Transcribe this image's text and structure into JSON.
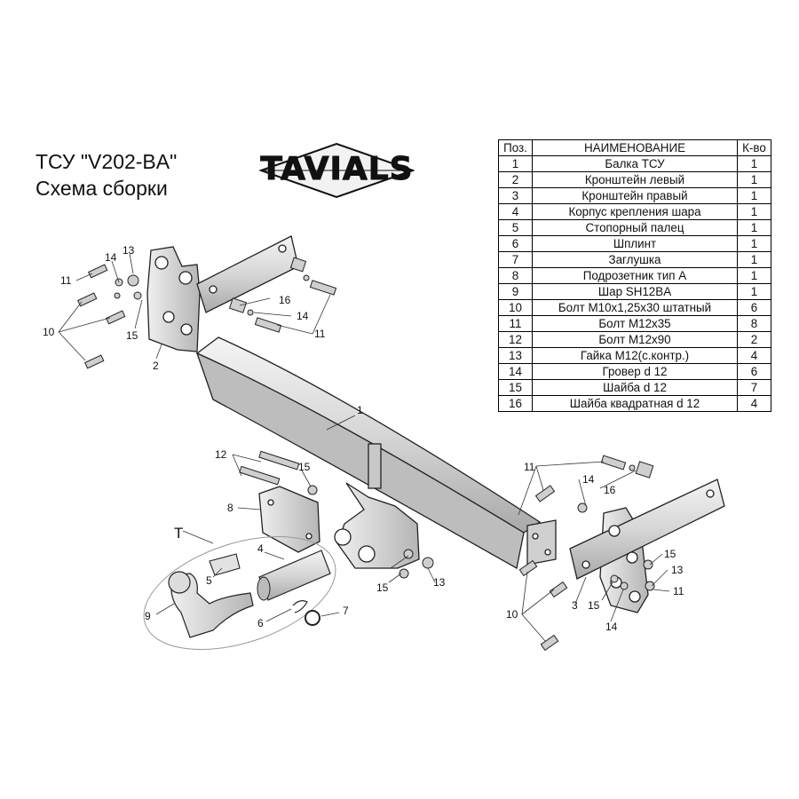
{
  "header": {
    "title_line1": "ТСУ  \"V202-BA\"",
    "title_line2": "Схема сборки",
    "logo_text": "TAVIALS"
  },
  "parts_table": {
    "headers": [
      "Поз.",
      "НАИМЕНОВАНИЕ",
      "К-во"
    ],
    "rows": [
      [
        "1",
        "Балка ТСУ",
        "1"
      ],
      [
        "2",
        "Кронштейн левый",
        "1"
      ],
      [
        "3",
        "Кронштейн правый",
        "1"
      ],
      [
        "4",
        "Корпус крепления шара",
        "1"
      ],
      [
        "5",
        "Стопорный палец",
        "1"
      ],
      [
        "6",
        "Шплинт",
        "1"
      ],
      [
        "7",
        "Заглушка",
        "1"
      ],
      [
        "8",
        "Подрозетник тип А",
        "1"
      ],
      [
        "9",
        "Шар SH12BA",
        "1"
      ],
      [
        "10",
        "Болт М10х1,25х30 штатный",
        "6"
      ],
      [
        "11",
        "Болт М12х35",
        "8"
      ],
      [
        "12",
        "Болт М12х90",
        "2"
      ],
      [
        "13",
        "Гайка М12(с.контр.)",
        "4"
      ],
      [
        "14",
        "Гровер d 12",
        "6"
      ],
      [
        "15",
        "Шайба d 12",
        "7"
      ],
      [
        "16",
        "Шайба квадратная d 12",
        "4"
      ]
    ]
  },
  "diagram": {
    "group_label": "T",
    "callouts": {
      "left_11": "11",
      "left_14": "14",
      "left_13": "13",
      "left_10": "10",
      "left_15": "15",
      "left_2": "2",
      "left_16": "16",
      "left_14b": "14",
      "left_11b": "11",
      "beam_1": "1",
      "mid_12": "12",
      "mid_15": "15",
      "mid_8": "8",
      "ball_4": "4",
      "ball_5": "5",
      "ball_9": "9",
      "ball_6": "6",
      "ball_7": "7",
      "mid_15b": "15",
      "mid_13": "13",
      "right_11": "11",
      "right_14": "14",
      "right_16": "16",
      "right_10": "10",
      "right_3": "3",
      "right_15": "15",
      "right_14b": "14",
      "right_15b": "15",
      "right_13": "13",
      "right_11b": "11"
    }
  }
}
